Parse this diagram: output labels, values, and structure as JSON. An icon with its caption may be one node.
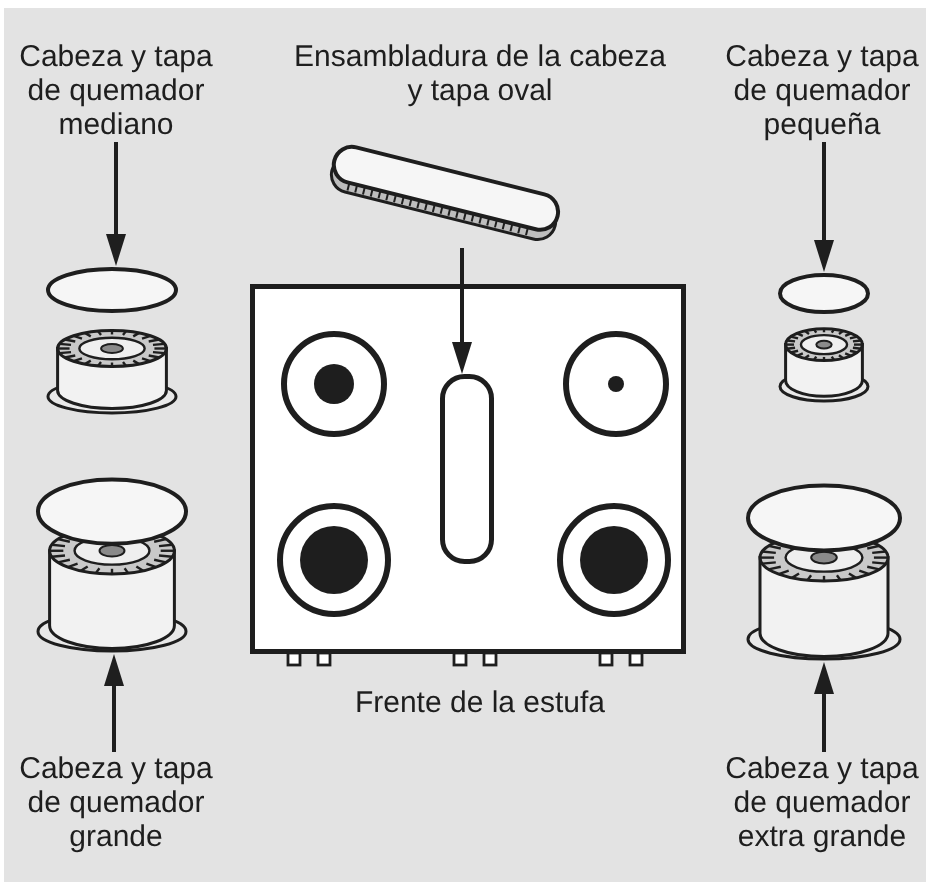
{
  "diagram": {
    "nodes": [
      {
        "text": [
          "Cabeza y tapa de quemador mediano"
        ]
      },
      {
        "text": [],
        "shape": "picture",
        "beside": [
          "Ensambladura de la cabeza y tapa oval"
        ]
      },
      {
        "text": [
          "Cabeza y tapa de quemador pequeña"
        ]
      },
      {
        "text": [],
        "shape": "picture"
      },
      {
        "text": [],
        "shape": "picture"
      },
      {
        "text": [],
        "shape": "box"
      },
      {
        "text": [],
        "shape": "box",
        "in": 5
      },
      {
        "text": [],
        "shape": "picture"
      },
      {
        "text": [],
        "shape": "picture"
      },
      {
        "text": [
          "Cabeza y tapa de quemador grande"
        ]
      },
      {
        "text": [
          "Cabeza y tapa de quemador extra grande"
        ]
      }
    ],
    "edges": [
      {
        "from": 0,
        "to": 3,
        "arrow": "to"
      },
      {
        "from": 1,
        "to": 6,
        "arrow": "to"
      },
      {
        "from": 2,
        "to": 4,
        "arrow": "to"
      },
      {
        "from": 9,
        "to": 7,
        "arrow": "to"
      },
      {
        "from": 10,
        "to": 8,
        "arrow": "to"
      }
    ],
    "labels": [
      "Frente de la estufa"
    ]
  }
}
